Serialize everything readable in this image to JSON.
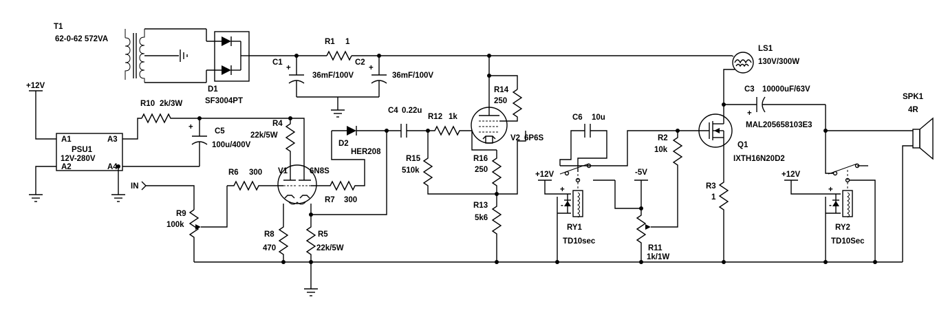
{
  "components": {
    "t1": {
      "ref": "T1",
      "value": "62-0-62 572VA"
    },
    "d1": {
      "ref": "D1",
      "value": "SF3004PT"
    },
    "r1": {
      "ref": "R1",
      "value": "1"
    },
    "c1": {
      "ref": "C1",
      "value": "36mF/100V"
    },
    "c2": {
      "ref": "C2",
      "value": "36mF/100V"
    },
    "ls1": {
      "ref": "LS1",
      "value": "130V/300W"
    },
    "c3": {
      "ref": "C3",
      "value": "10000uF/63V",
      "part": "MAL205658103E3"
    },
    "spk1": {
      "ref": "SPK1",
      "value": "4R"
    },
    "psu1": {
      "ref": "PSU1",
      "value": "12V-280V",
      "pins": [
        "A1",
        "A2",
        "A3",
        "A4"
      ]
    },
    "r10": {
      "ref": "R10",
      "value": "2k/3W"
    },
    "c5": {
      "ref": "C5",
      "value": "100u/400V"
    },
    "r4": {
      "ref": "R4",
      "value": "22k/5W"
    },
    "d2": {
      "ref": "D2",
      "value": "HER208"
    },
    "c4": {
      "ref": "C4",
      "value": "0.22u"
    },
    "r12": {
      "ref": "R12",
      "value": "1k"
    },
    "r14": {
      "ref": "R14",
      "value": "250"
    },
    "v2": {
      "ref": "V2",
      "value": "6P6S"
    },
    "r15": {
      "ref": "R15",
      "value": "510k"
    },
    "r16": {
      "ref": "R16",
      "value": "250"
    },
    "r13": {
      "ref": "R13",
      "value": "5k6"
    },
    "c6": {
      "ref": "C6",
      "value": "10u"
    },
    "r2": {
      "ref": "R2",
      "value": "10k"
    },
    "q1": {
      "ref": "Q1",
      "value": "IXTH16N20D2"
    },
    "r3": {
      "ref": "R3",
      "value": "1"
    },
    "ry1": {
      "ref": "RY1",
      "value": "TD10sec"
    },
    "ry2": {
      "ref": "RY2",
      "value": "TD10Sec"
    },
    "r11": {
      "ref": "R11",
      "value": "1k/1W"
    },
    "v1": {
      "ref": "V1",
      "value": "6N8S"
    },
    "r6": {
      "ref": "R6",
      "value": "300"
    },
    "r7": {
      "ref": "R7",
      "value": "300"
    },
    "r9": {
      "ref": "R9",
      "value": "100k"
    },
    "r8": {
      "ref": "R8",
      "value": "470"
    },
    "r5": {
      "ref": "R5",
      "value": "22k/5W"
    }
  },
  "rails": {
    "plus12_left": "+12V",
    "plus12_ry1": "+12V",
    "minus5": "-5V",
    "plus12_ry2": "+12V",
    "input": "IN"
  },
  "signs": {
    "plus": "+",
    "minus": "-"
  }
}
